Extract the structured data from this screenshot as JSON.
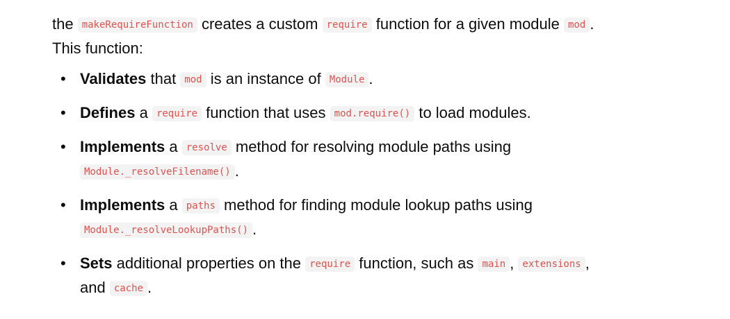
{
  "intro": {
    "t1": "the ",
    "c1": "makeRequireFunction",
    "t2": " creates a custom ",
    "c2": "require",
    "t3": " function for a given module ",
    "c3": "mod",
    "t4": ".",
    "t5": "This function:"
  },
  "items": [
    {
      "bold": "Validates",
      "t1": " that ",
      "c1": "mod",
      "t2": " is an instance of ",
      "c2": "Module",
      "t3": "."
    },
    {
      "bold": "Defines",
      "t1": " a ",
      "c1": "require",
      "t2": " function that uses ",
      "c2": "mod.require()",
      "t3": " to load modules."
    },
    {
      "bold": "Implements",
      "t1": " a ",
      "c1": "resolve",
      "t2": " method for resolving module paths using",
      "c2": "Module._resolveFilename()",
      "t3": "."
    },
    {
      "bold": "Implements",
      "t1": " a ",
      "c1": "paths",
      "t2": " method for finding module lookup paths using",
      "c2": "Module._resolveLookupPaths()",
      "t3": "."
    },
    {
      "bold": "Sets",
      "t1": " additional properties on the ",
      "c1": "require",
      "t2": " function, such as ",
      "c2": "main",
      "t3": ", ",
      "c3": "extensions",
      "t4": ",",
      "t5": "and ",
      "c4": "cache",
      "t6": "."
    }
  ],
  "bullet_glyph": "•"
}
